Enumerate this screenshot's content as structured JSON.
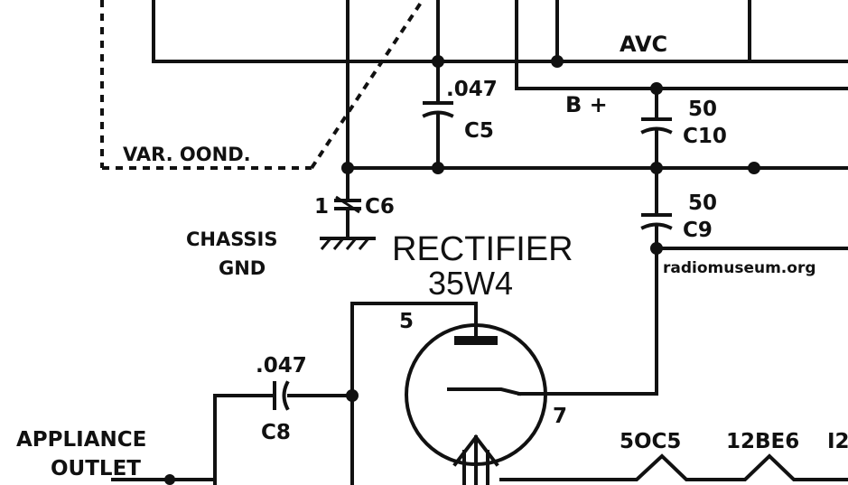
{
  "labels": {
    "avc": "AVC",
    "b_plus": "B +",
    "var_cond": "VAR. OOND.",
    "c5_value": ".047",
    "c5_name": "C5",
    "c10_value": "50",
    "c10_name": "C10",
    "c6_value": "1",
    "c6_name": "C6",
    "c9_value": "50",
    "c9_name": "C9",
    "chassis_line1": "CHASSIS",
    "chassis_line2": "GND",
    "rectifier_title": "RECTIFIER",
    "rectifier_tube": "35W4",
    "pin5": "5",
    "pin7": "7",
    "c8_value": ".047",
    "c8_name": "C8",
    "appliance_line1": "APPLIANCE",
    "appliance_line2": "OUTLET",
    "tube_50c5": "5OC5",
    "tube_12be6": "12BE6",
    "tube_12_partial": "I2"
  },
  "watermark": "radiomuseum.org",
  "colors": {
    "ink": "#111111",
    "paper": "#ffffff"
  }
}
